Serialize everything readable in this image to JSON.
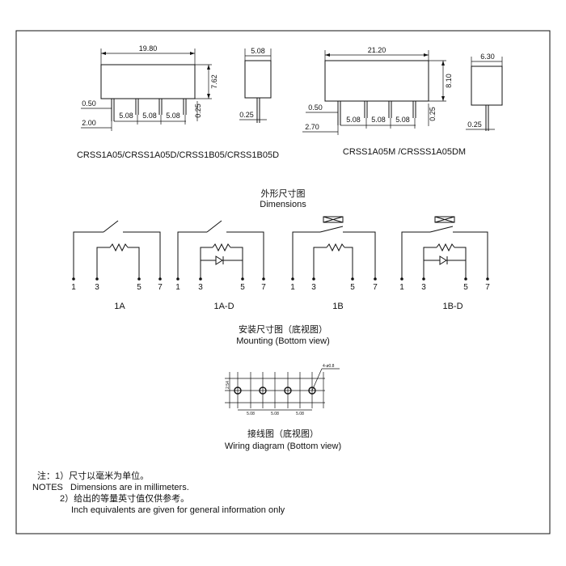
{
  "outline_a": {
    "dims": {
      "length": "19.80",
      "height": "7.62",
      "pin_width": "0.50",
      "offset": "2.00",
      "pitch_1": "5.08",
      "pitch_2": "5.08",
      "pitch_3": "5.08",
      "pin_thickness": "0.25",
      "side_width": "5.08",
      "side_pin": "0.25"
    },
    "model_caption": "CRSS1A05/CRSS1A05D/CRSS1B05/CRSS1B05D"
  },
  "outline_b": {
    "dims": {
      "length": "21.20",
      "height": "8.10",
      "pin_width": "0.50",
      "offset": "2.70",
      "pitch_1": "5.08",
      "pitch_2": "5.08",
      "pitch_3": "5.08",
      "pin_thickness": "0.25",
      "side_width": "6.30",
      "side_pin": "0.25"
    },
    "model_caption": "CRSS1A05M /CRSSS1A05DM"
  },
  "dimensions_title": {
    "zh": "外形尺寸图",
    "en": "Dimensions"
  },
  "schematics": [
    {
      "caption": "1A",
      "pins": [
        "1",
        "3",
        "5",
        "7"
      ]
    },
    {
      "caption": "1A-D",
      "pins": [
        "1",
        "3",
        "5",
        "7"
      ]
    },
    {
      "caption": "1B",
      "pins": [
        "1",
        "3",
        "5",
        "7"
      ]
    },
    {
      "caption": "1B-D",
      "pins": [
        "1",
        "3",
        "5",
        "7"
      ]
    }
  ],
  "mounting_title": {
    "zh": "安装尺寸图（底视图）",
    "en": "Mounting (Bottom view)"
  },
  "mounting": {
    "hole_note": "4-ø0.8",
    "vertical_dim": "2.54",
    "pitch_1": "5.08",
    "pitch_2": "5.08",
    "pitch_3": "5.08"
  },
  "wiring_title": {
    "zh": "接线图（底视图）",
    "en": "Wiring diagram (Bottom view)"
  },
  "notes": {
    "line1": "注：1）尺寸以毫米为单位。",
    "line2": "NOTES   Dimensions are in millimeters.",
    "line3": "2）给出的等量英寸值仅供参考。",
    "line4": "Inch equivalents are given for general information only"
  }
}
